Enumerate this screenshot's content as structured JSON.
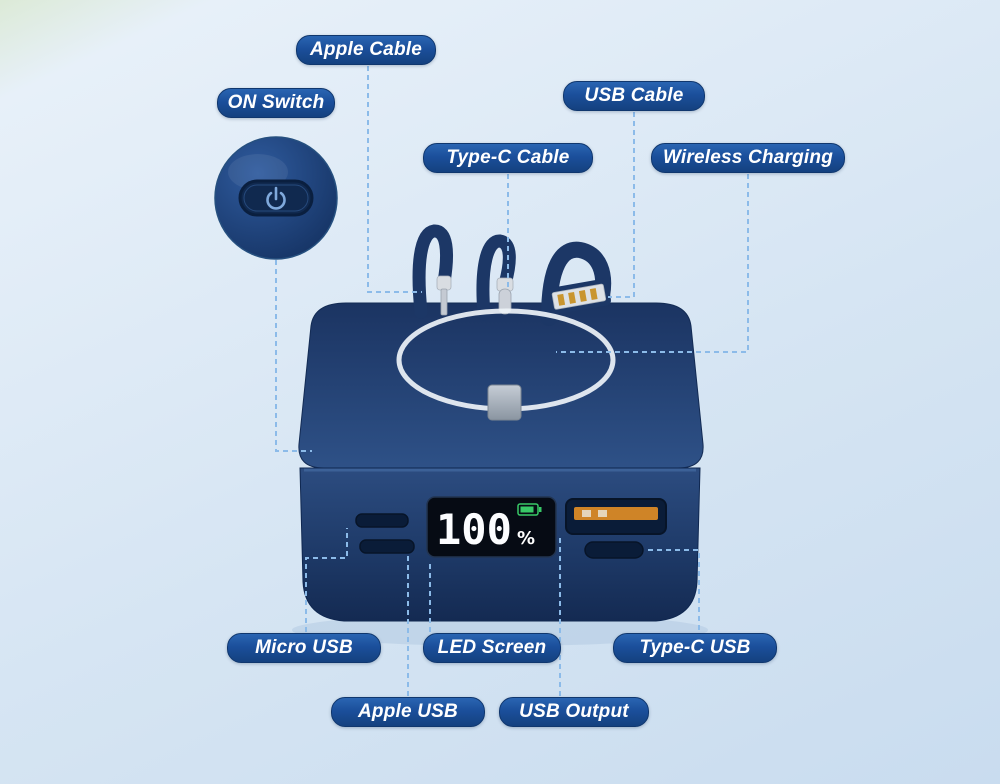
{
  "callouts": {
    "apple_cable": "Apple Cable",
    "on_switch": "ON Switch",
    "usb_cable": "USB Cable",
    "type_c_cable": "Type-C Cable",
    "wireless_charging": "Wireless Charging",
    "micro_usb": "Micro USB",
    "led_screen": "LED Screen",
    "type_c_usb": "Type-C USB",
    "apple_usb": "Apple USB",
    "usb_output": "USB Output"
  },
  "led_display": {
    "percentage": "100",
    "percent_sign": "%"
  },
  "icons": {
    "power_switch": "power-icon",
    "battery": "battery-icon"
  },
  "colors": {
    "pill_blue": "#1b4f9b",
    "connector_dash_blue": "#8cbbe9",
    "device_navy": "#1e3a68",
    "usb_contact_orange": "#cf8427",
    "battery_green": "#38c967",
    "ring_white": "#eef3f8",
    "led_black": "#060b14"
  }
}
